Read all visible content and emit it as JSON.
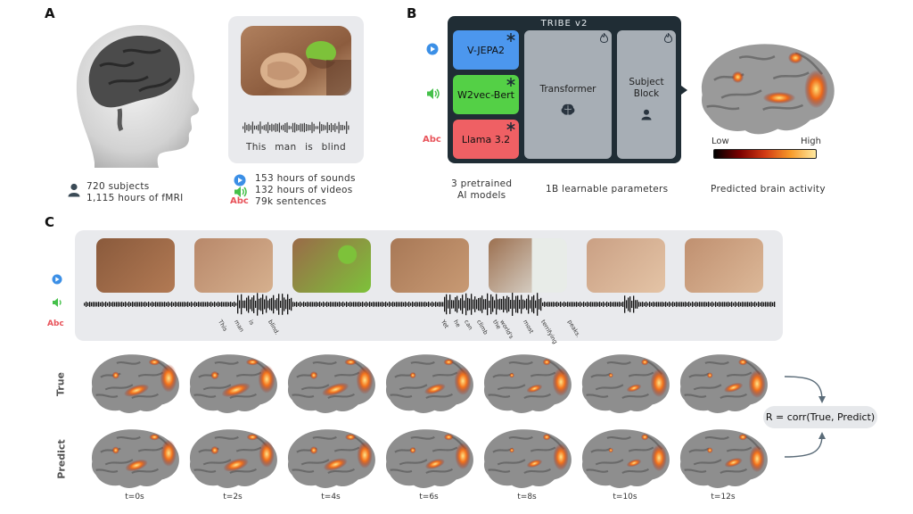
{
  "panels": {
    "a": "A",
    "b": "B",
    "c": "C"
  },
  "panel_a": {
    "stats_subjects": "720  subjects",
    "stats_fmri": "1,115  hours  of  fMRI",
    "caption_words": [
      "This",
      "man",
      "is",
      "blind"
    ],
    "dataset": [
      {
        "icon": "play-icon",
        "text": "153  hours  of  sounds"
      },
      {
        "icon": "speaker-icon",
        "text": "132  hours  of  videos"
      },
      {
        "icon": "abc-icon",
        "text": "79k  sentences"
      }
    ]
  },
  "modality_abc": "Abc",
  "panel_b": {
    "title": "TRIBE v2",
    "encoders": [
      "V-JEPA2",
      "W2vec-Bert",
      "Llama  3.2"
    ],
    "transformer": "Transformer",
    "subject_block": "Subject\nBlock",
    "label_models": "3  pretrained\nAI  models",
    "label_params": "1B  learnable  parameters",
    "label_pred": "Predicted  brain  activity",
    "legend_low": "Low",
    "legend_high": "High"
  },
  "panel_c": {
    "transcript": [
      "This",
      "man",
      "is",
      "blind.",
      "Yet",
      "he",
      "can",
      "climb",
      "the",
      "world's",
      "most",
      "terrifying",
      "peaks."
    ],
    "row_true": "True",
    "row_predict": "Predict",
    "times": [
      "t=0s",
      "t=2s",
      "t=4s",
      "t=6s",
      "t=8s",
      "t=10s",
      "t=12s"
    ],
    "correlation": "R = corr(True, Predict)"
  },
  "colors": {
    "play_blue": "#3b8fe6",
    "speaker_green": "#45c04a",
    "abc_red": "#e8535a",
    "vjepa_blue": "#4c97ee",
    "w2v_green": "#54d046",
    "llama_red": "#ef6064",
    "tribe_dark": "#202d35"
  }
}
